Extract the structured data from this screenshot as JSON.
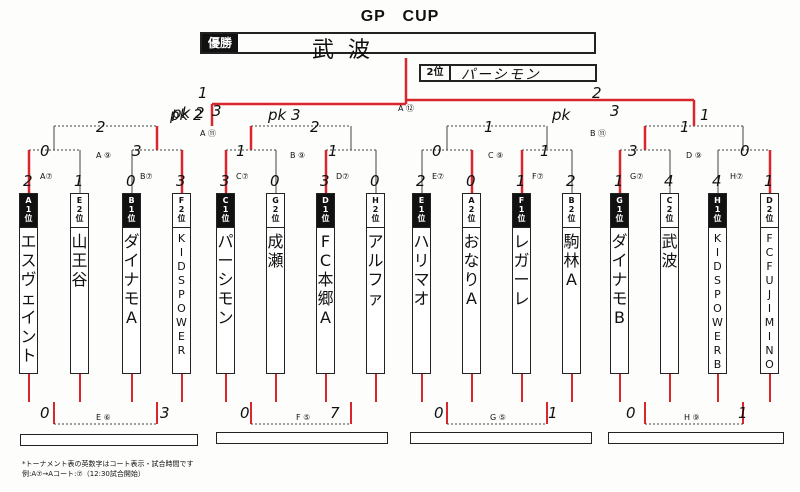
{
  "title": "GP　CUP",
  "champion": {
    "label": "優勝",
    "name": "武波"
  },
  "runner_up": {
    "label": "2位",
    "name": "パーシモン"
  },
  "teams": [
    {
      "hdr": "A\n1\n位",
      "name": "エ\nス\nヴ\nェ\nイ\nン\nト",
      "dark": true
    },
    {
      "hdr": "E\n2\n位",
      "name": "山\n王\n谷",
      "dark": false
    },
    {
      "hdr": "B\n1\n位",
      "name": "ダ\nイ\nナ\nモ\nA",
      "dark": true
    },
    {
      "hdr": "F\n2\n位",
      "name": "K\nI\nD\nS\nP\nO\nW\nE\nR",
      "dark": false
    },
    {
      "hdr": "C\n1\n位",
      "name": "パ\nー\nシ\nモ\nン",
      "dark": true
    },
    {
      "hdr": "G\n2\n位",
      "name": "成\n瀬",
      "dark": false
    },
    {
      "hdr": "D\n1\n位",
      "name": "F\nC\n本\n郷\nA",
      "dark": true
    },
    {
      "hdr": "H\n2\n位",
      "name": "ア\nル\nフ\nァ",
      "dark": false
    },
    {
      "hdr": "E\n1\n位",
      "name": "ハ\nリ\nマ\nオ",
      "dark": true
    },
    {
      "hdr": "A\n2\n位",
      "name": "お\nな\nり\nA",
      "dark": false
    },
    {
      "hdr": "F\n1\n位",
      "name": "レ\nガ\nー\nレ",
      "dark": true
    },
    {
      "hdr": "B\n2\n位",
      "name": "駒\n林\nA",
      "dark": false
    },
    {
      "hdr": "G\n1\n位",
      "name": "ダ\nイ\nナ\nモ\nB",
      "dark": true
    },
    {
      "hdr": "C\n2\n位",
      "name": "武\n波",
      "dark": false
    },
    {
      "hdr": "H\n1\n位",
      "name": "K\nI\nD\nS\nP\nO\nW\nE\nR\nB",
      "dark": true
    },
    {
      "hdr": "D\n2\n位",
      "name": "F\nC\nF\nU\nJ\nI\nM\nI\nN\nO",
      "dark": false
    }
  ],
  "first_round_scores": [
    "2",
    "1",
    "0",
    "3",
    "3",
    "0",
    "3",
    "0",
    "2",
    "0",
    "1",
    "2",
    "1",
    "4",
    "4",
    "1"
  ],
  "first_round_marks": [
    "A⑦",
    "B⑦",
    "C⑦",
    "D⑦",
    "E⑦",
    "F⑦",
    "G⑦",
    "H⑦"
  ],
  "second_round": {
    "scores": [
      "0",
      "3",
      "1",
      "1",
      "0",
      "1",
      "3",
      "0"
    ],
    "marks": [
      "A ⑨",
      "B ⑨",
      "C ⑨",
      "D ⑨"
    ]
  },
  "semi": {
    "scores": [
      "2",
      "2",
      "1",
      "1"
    ],
    "pk": [
      "pk 2",
      "pk 3",
      "pk",
      "1"
    ],
    "marks": [
      "A ⑪",
      "B ⑪"
    ]
  },
  "final": {
    "scores": [
      "1",
      "3",
      "2",
      "3"
    ],
    "pk": "pk 2",
    "mark": "A ⑫"
  },
  "consolation": {
    "scores": [
      "0",
      "3",
      "0",
      "7",
      "0",
      "1",
      "0",
      "1"
    ],
    "marks": [
      "E ⑥",
      "F ⑤",
      "G ⑤",
      "H ⑨"
    ]
  },
  "footnote": {
    "line1": "*トーナメント表の英数字はコート表示・試合時間です",
    "line2": "例:A⑦→Aコート:⑦（12:30試合開始）"
  }
}
